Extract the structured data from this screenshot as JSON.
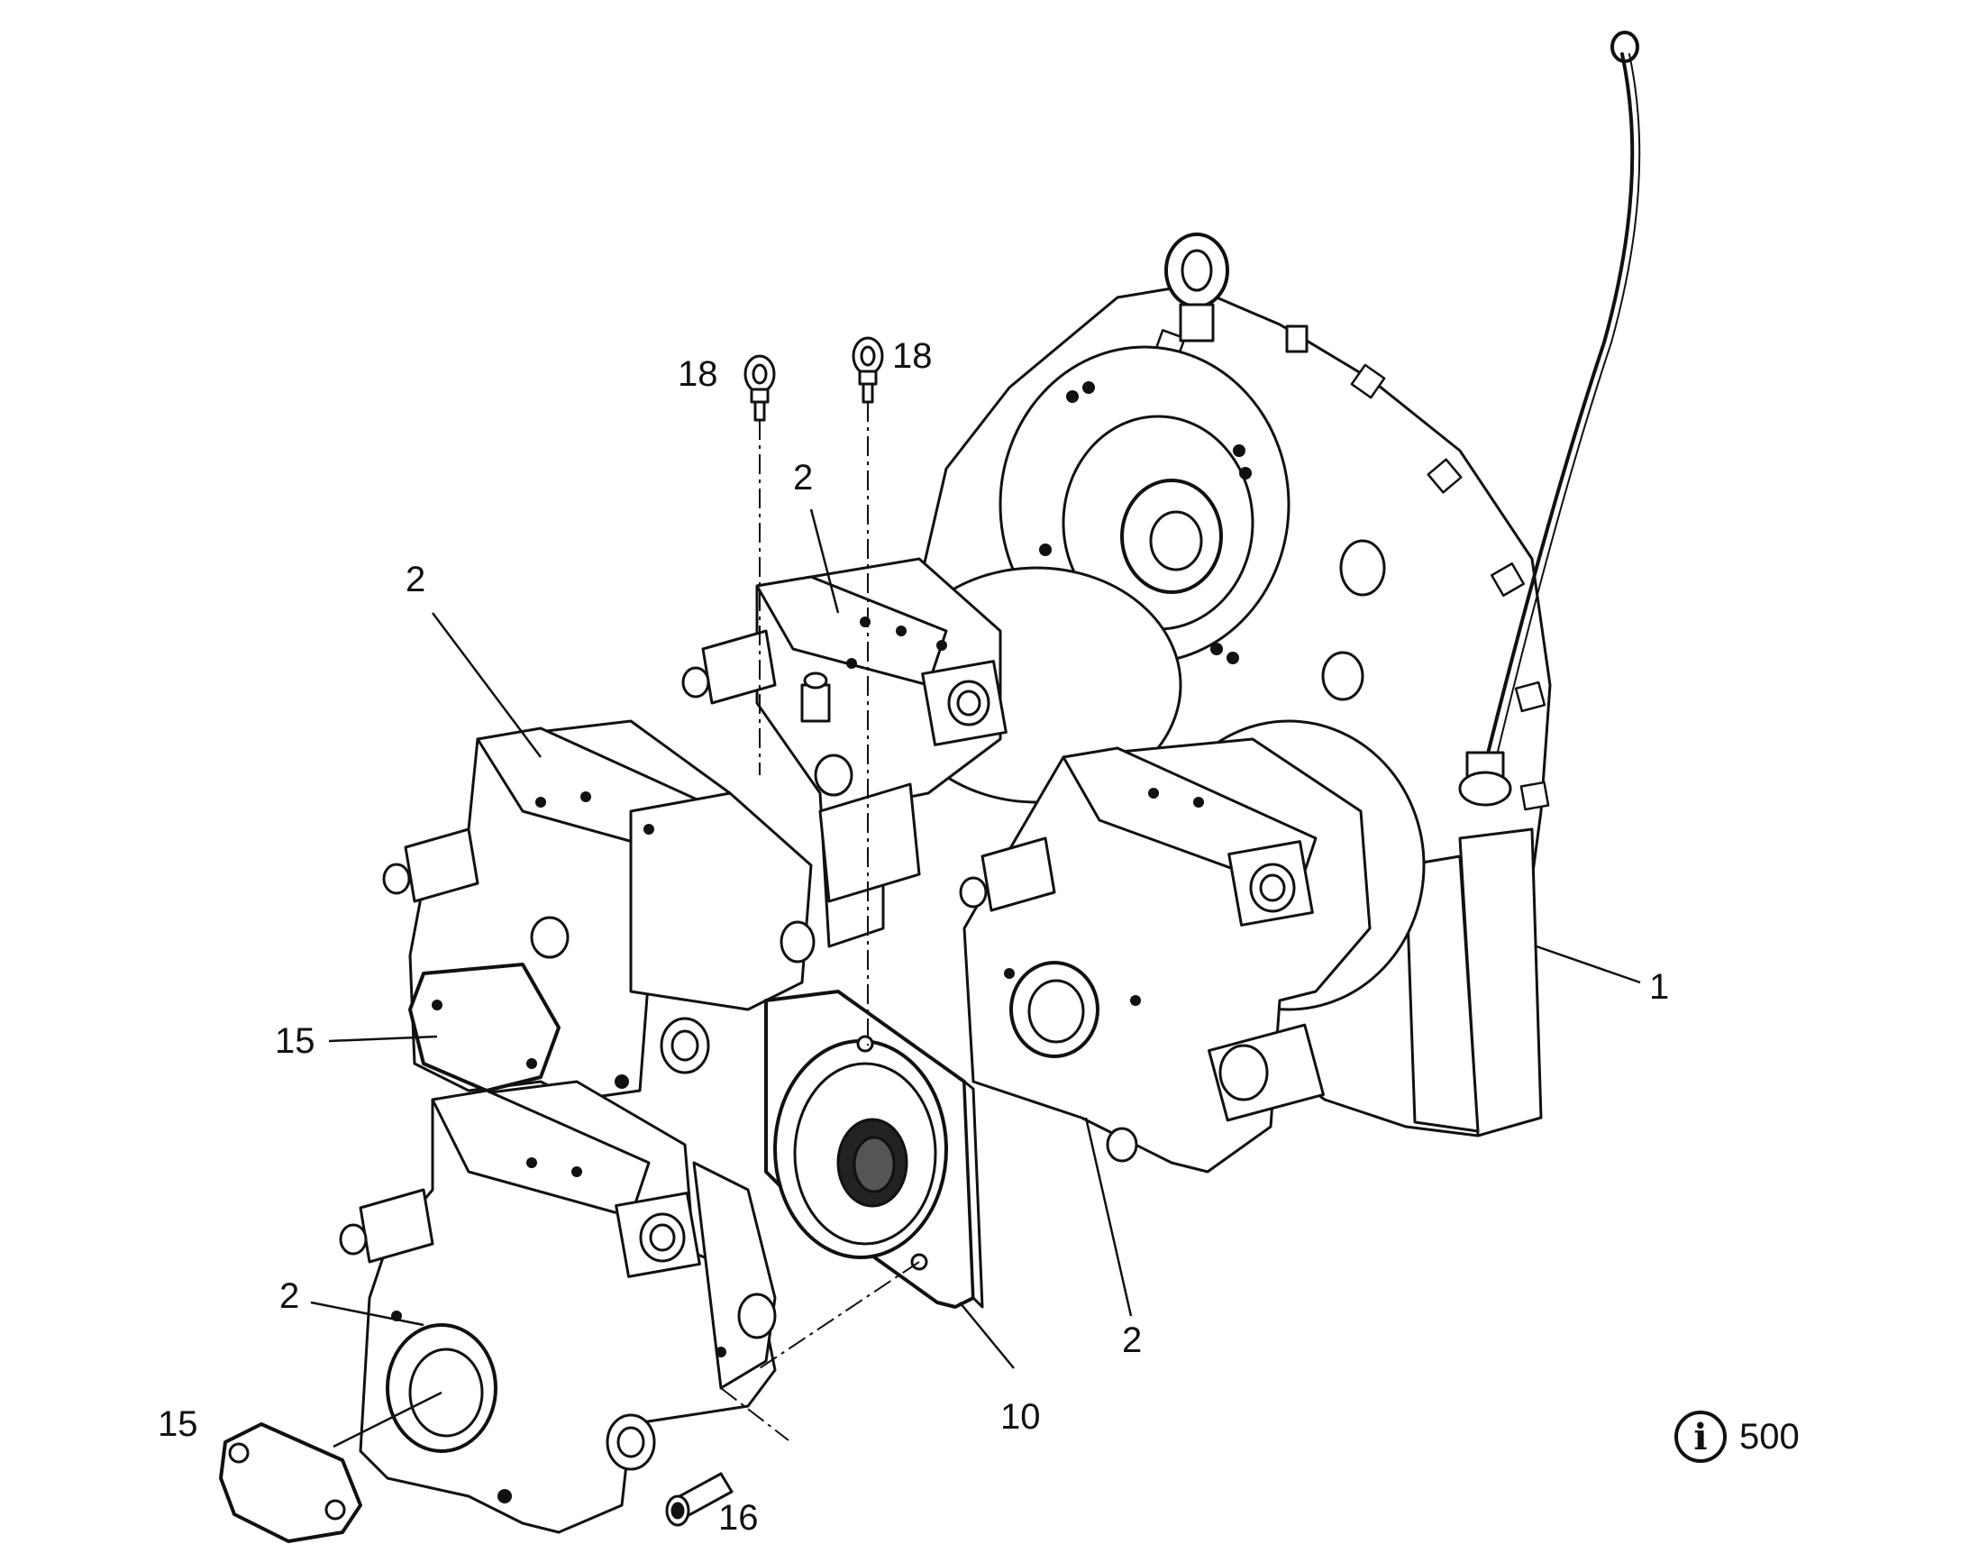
{
  "callouts": {
    "c1": "1",
    "c2_upper_left": "2",
    "c2_upper_center": "2",
    "c2_lower_left": "2",
    "c2_lower_right": "2",
    "c10": "10",
    "c15_upper": "15",
    "c15_lower": "15",
    "c16": "16",
    "c18_left": "18",
    "c18_right": "18"
  },
  "info_reference": {
    "icon": "info-circle-icon",
    "number": "500"
  }
}
